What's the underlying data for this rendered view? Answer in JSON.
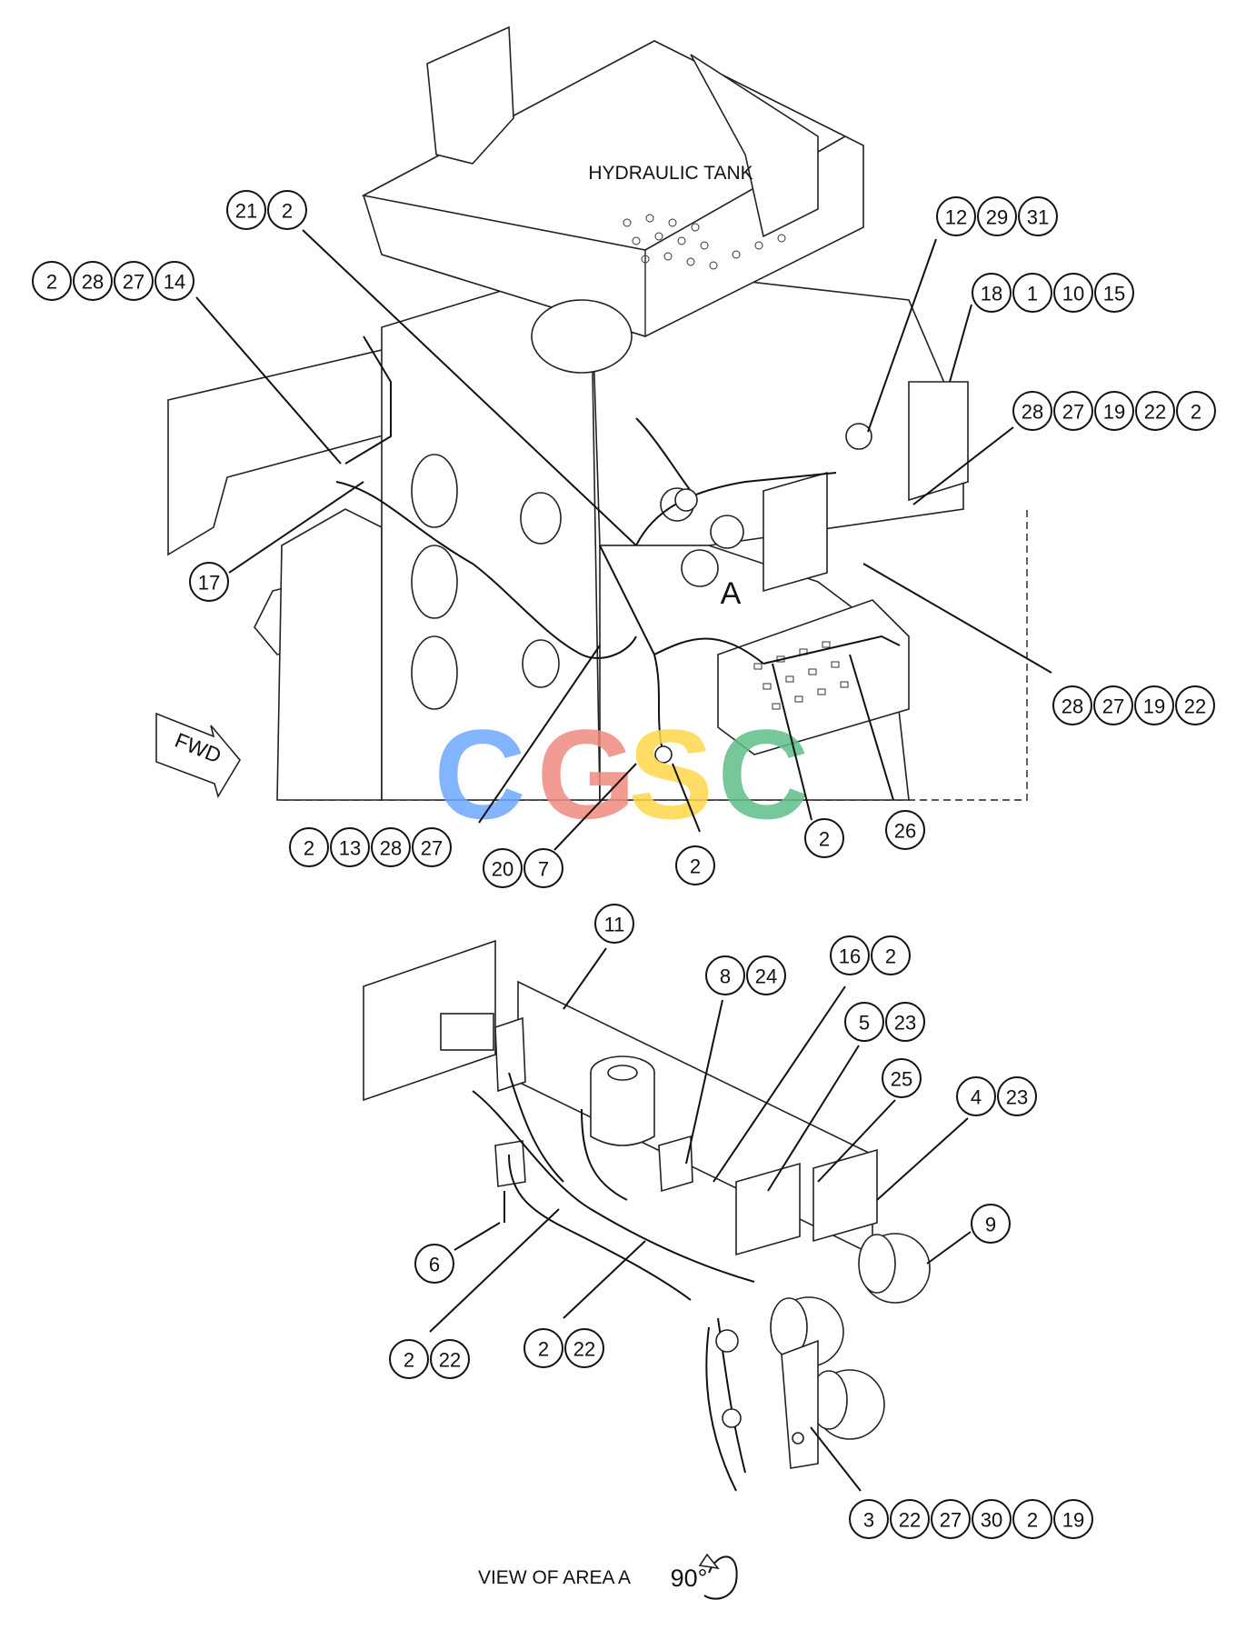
{
  "labels": {
    "hydraulic_tank": "HYDRAULIC TANK",
    "area_a": "A",
    "fwd": "FWD",
    "view_caption": "VIEW OF AREA A",
    "rotation": "90°"
  },
  "watermark": {
    "letters": [
      "C",
      "G",
      "S",
      "C"
    ],
    "colors": [
      "#6ea8ff",
      "#f08a80",
      "#ffd84a",
      "#5fbf8a"
    ]
  },
  "callout_groups": [
    {
      "id": "g-21-2",
      "numbers": [
        "21",
        "2"
      ]
    },
    {
      "id": "g-2-28-27-14",
      "numbers": [
        "2",
        "28",
        "27",
        "14"
      ]
    },
    {
      "id": "g-12-29-31",
      "numbers": [
        "12",
        "29",
        "31"
      ]
    },
    {
      "id": "g-18-1-10-15",
      "numbers": [
        "18",
        "1",
        "10",
        "15"
      ]
    },
    {
      "id": "g-28-27-19-22-2",
      "numbers": [
        "28",
        "27",
        "19",
        "22",
        "2"
      ]
    },
    {
      "id": "g-17",
      "numbers": [
        "17"
      ]
    },
    {
      "id": "g-28-27-19-22",
      "numbers": [
        "28",
        "27",
        "19",
        "22"
      ]
    },
    {
      "id": "g-2-13-28-27",
      "numbers": [
        "2",
        "13",
        "28",
        "27"
      ]
    },
    {
      "id": "g-20-7",
      "numbers": [
        "20",
        "7"
      ]
    },
    {
      "id": "g-2-a",
      "numbers": [
        "2"
      ]
    },
    {
      "id": "g-2-b",
      "numbers": [
        "2"
      ]
    },
    {
      "id": "g-26",
      "numbers": [
        "26"
      ]
    },
    {
      "id": "g-11",
      "numbers": [
        "11"
      ]
    },
    {
      "id": "g-8-24",
      "numbers": [
        "8",
        "24"
      ]
    },
    {
      "id": "g-16-2",
      "numbers": [
        "16",
        "2"
      ]
    },
    {
      "id": "g-5-23",
      "numbers": [
        "5",
        "23"
      ]
    },
    {
      "id": "g-25",
      "numbers": [
        "25"
      ]
    },
    {
      "id": "g-4-23",
      "numbers": [
        "4",
        "23"
      ]
    },
    {
      "id": "g-9",
      "numbers": [
        "9"
      ]
    },
    {
      "id": "g-6",
      "numbers": [
        "6"
      ]
    },
    {
      "id": "g-2-22-a",
      "numbers": [
        "2",
        "22"
      ]
    },
    {
      "id": "g-2-22-b",
      "numbers": [
        "2",
        "22"
      ]
    },
    {
      "id": "g-3-22-27-30-2-19",
      "numbers": [
        "3",
        "22",
        "27",
        "30",
        "2",
        "19"
      ]
    }
  ]
}
